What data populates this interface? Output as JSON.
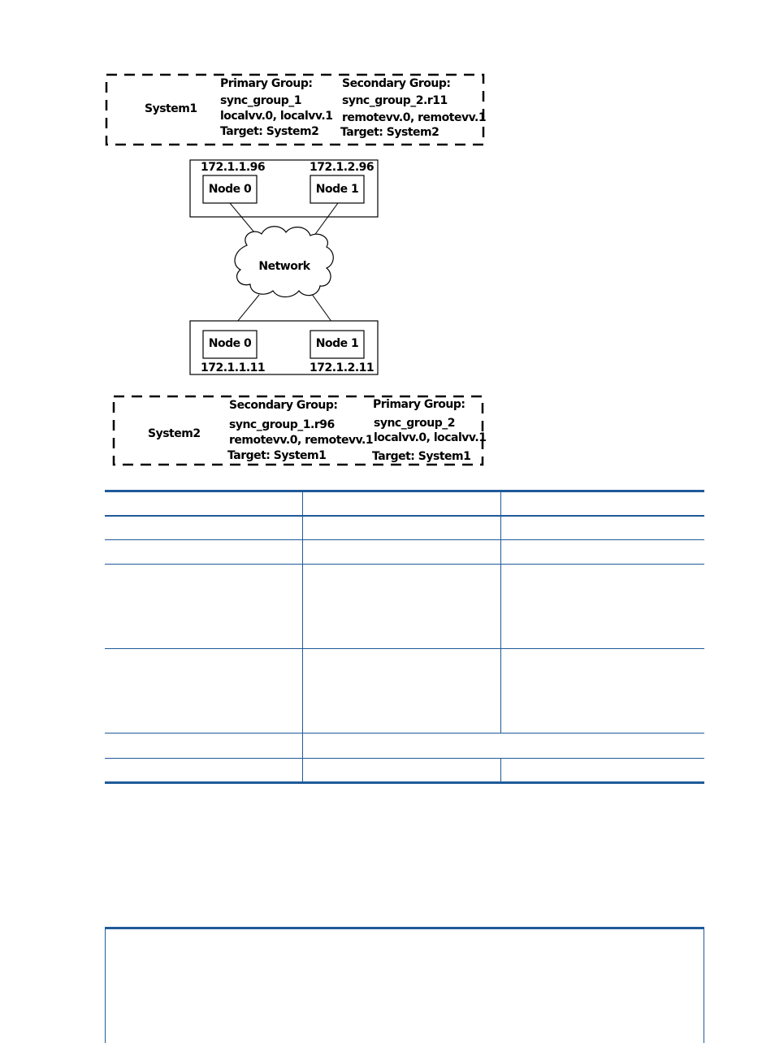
{
  "figure": {
    "system1": {
      "name": "System1",
      "primary": {
        "heading": "Primary Group:",
        "group": "sync_group_1",
        "volumes": "localvv.0, localvv.1",
        "target": "Target: System2"
      },
      "secondary": {
        "heading": "Secondary Group:",
        "group": "sync_group_2.r11",
        "volumes": "remotevv.0, remotevv.1",
        "target": "Target: System2"
      }
    },
    "system1_nodes": {
      "ip0": "172.1.1.96",
      "ip1": "172.1.2.96",
      "node0": "Node 0",
      "node1": "Node 1"
    },
    "network": "Network",
    "system2_nodes": {
      "ip0": "172.1.1.11",
      "ip1": "172.1.2.11",
      "node0": "Node 0",
      "node1": "Node 1"
    },
    "system2": {
      "name": "System2",
      "secondary": {
        "heading": "Secondary Group:",
        "group": "sync_group_1.r96",
        "volumes": "remotevv.0, remotevv.1",
        "target": "Target: System1"
      },
      "primary": {
        "heading": "Primary Group:",
        "group": "sync_group_2",
        "volumes": "localvv.0, localvv.1",
        "target": "Target: System1"
      }
    }
  },
  "colors": {
    "table_rule": "#1f5a99",
    "line": "#000000"
  }
}
